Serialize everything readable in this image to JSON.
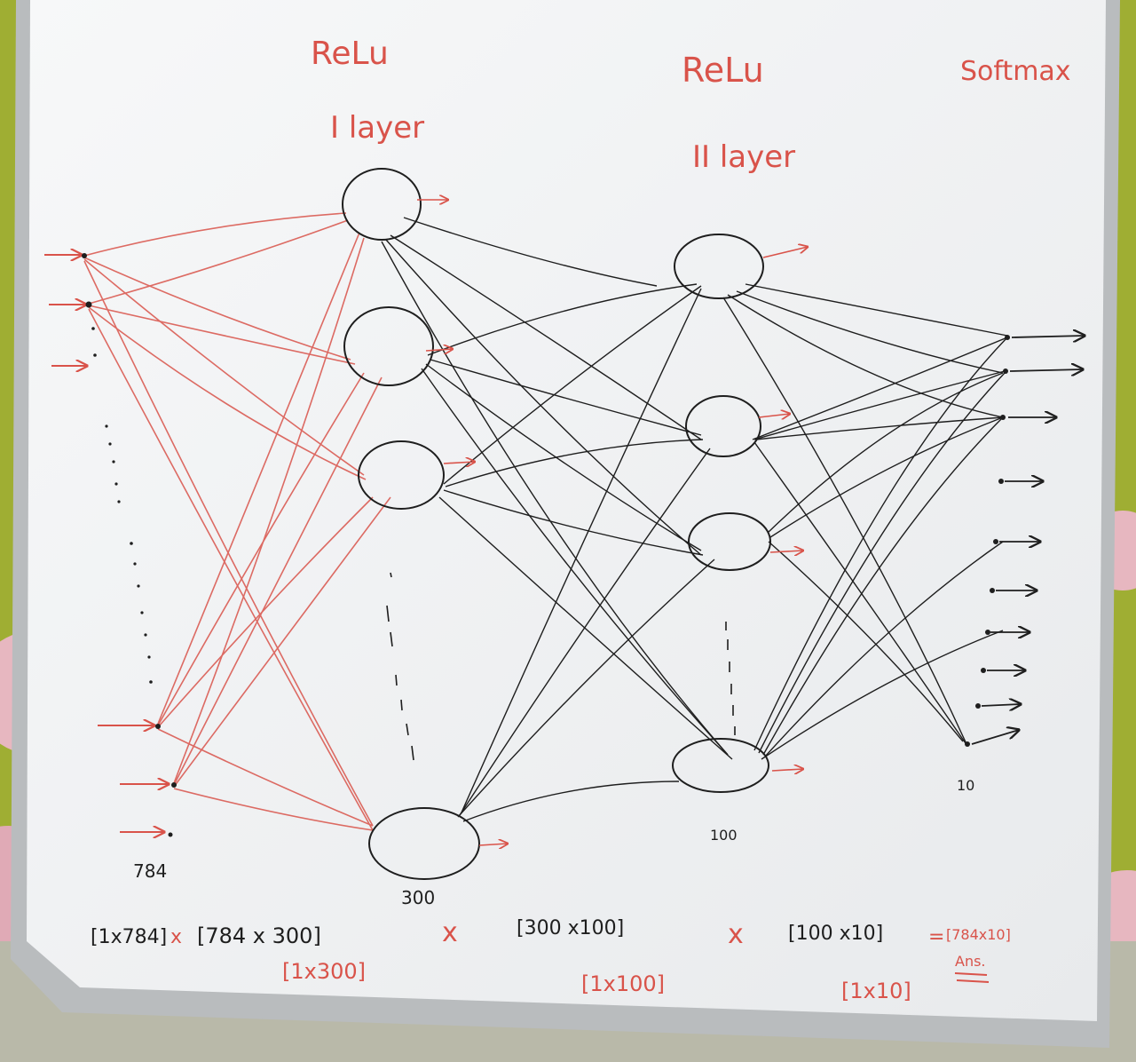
{
  "labels": {
    "layer1_activation": "ReLu",
    "layer1_name": "I layer",
    "layer2_activation": "ReLu",
    "layer2_name": "II layer",
    "output_activation": "Softmax",
    "input_count": "784",
    "layer1_count": "300",
    "layer2_count": "100",
    "output_count": "10"
  },
  "equation": {
    "m1": "[1x784]",
    "m2": "[784 x 300]",
    "m3": "[300 x100]",
    "m4": "[100 x10]",
    "result": "[784x10]",
    "times": "x",
    "equals": "=",
    "ans": "Ans.",
    "r1": "[1x300]",
    "r2": "[1x100]",
    "r3": "[1x10]"
  },
  "colors": {
    "board": "#f4f5f6",
    "frame": "#b9bcbe",
    "marker_red": "#d9534a",
    "marker_black": "#1e1e1e",
    "cloth_green": "#b5c23a",
    "cloth_pink": "#e7b7c0"
  }
}
